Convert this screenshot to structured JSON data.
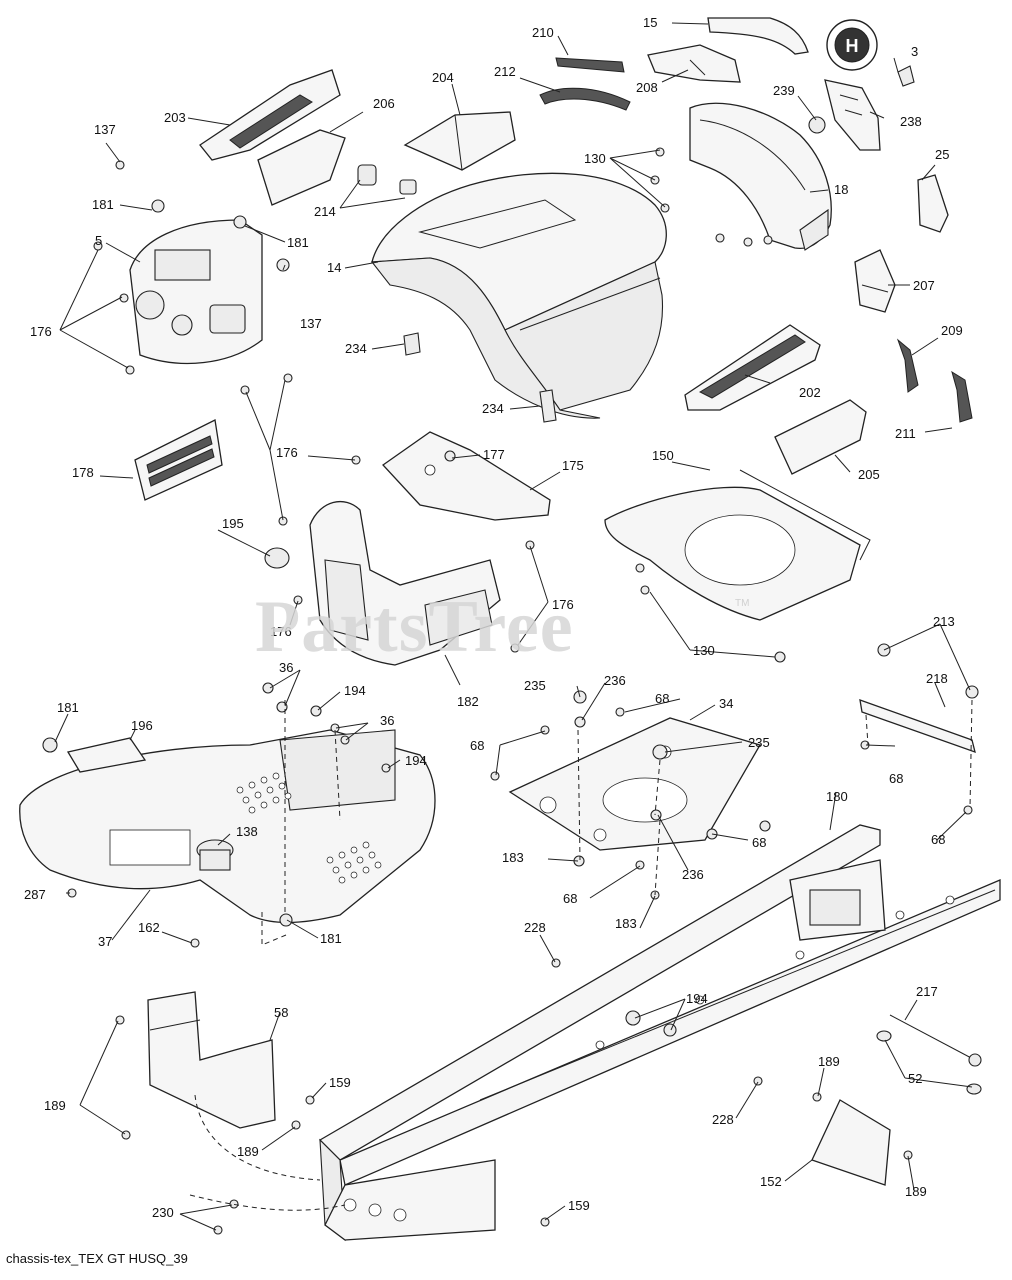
{
  "footer_text": "chassis-tex_TEX GT HUSQ_39",
  "watermark": "PartsTree",
  "watermark_tm": "TM",
  "brand_logo": "husqvarna-crown-logo",
  "callouts": [
    "15",
    "210",
    "3",
    "208",
    "239",
    "238",
    "204",
    "212",
    "206",
    "203",
    "137",
    "130",
    "25",
    "18",
    "214",
    "181",
    "181",
    "14",
    "5",
    "137",
    "207",
    "176",
    "209",
    "234",
    "202",
    "234",
    "211",
    "176",
    "177",
    "175",
    "150",
    "178",
    "205",
    "195",
    "176",
    "176",
    "182",
    "130",
    "213",
    "36",
    "194",
    "235",
    "236",
    "68",
    "34",
    "218",
    "181",
    "196",
    "36",
    "194",
    "68",
    "235",
    "68",
    "138",
    "68",
    "183",
    "68",
    "236",
    "68",
    "287",
    "162",
    "181",
    "183",
    "37",
    "180",
    "228",
    "194",
    "217",
    "58",
    "159",
    "189",
    "52",
    "228",
    "189",
    "189",
    "152",
    "189",
    "159",
    "230"
  ]
}
